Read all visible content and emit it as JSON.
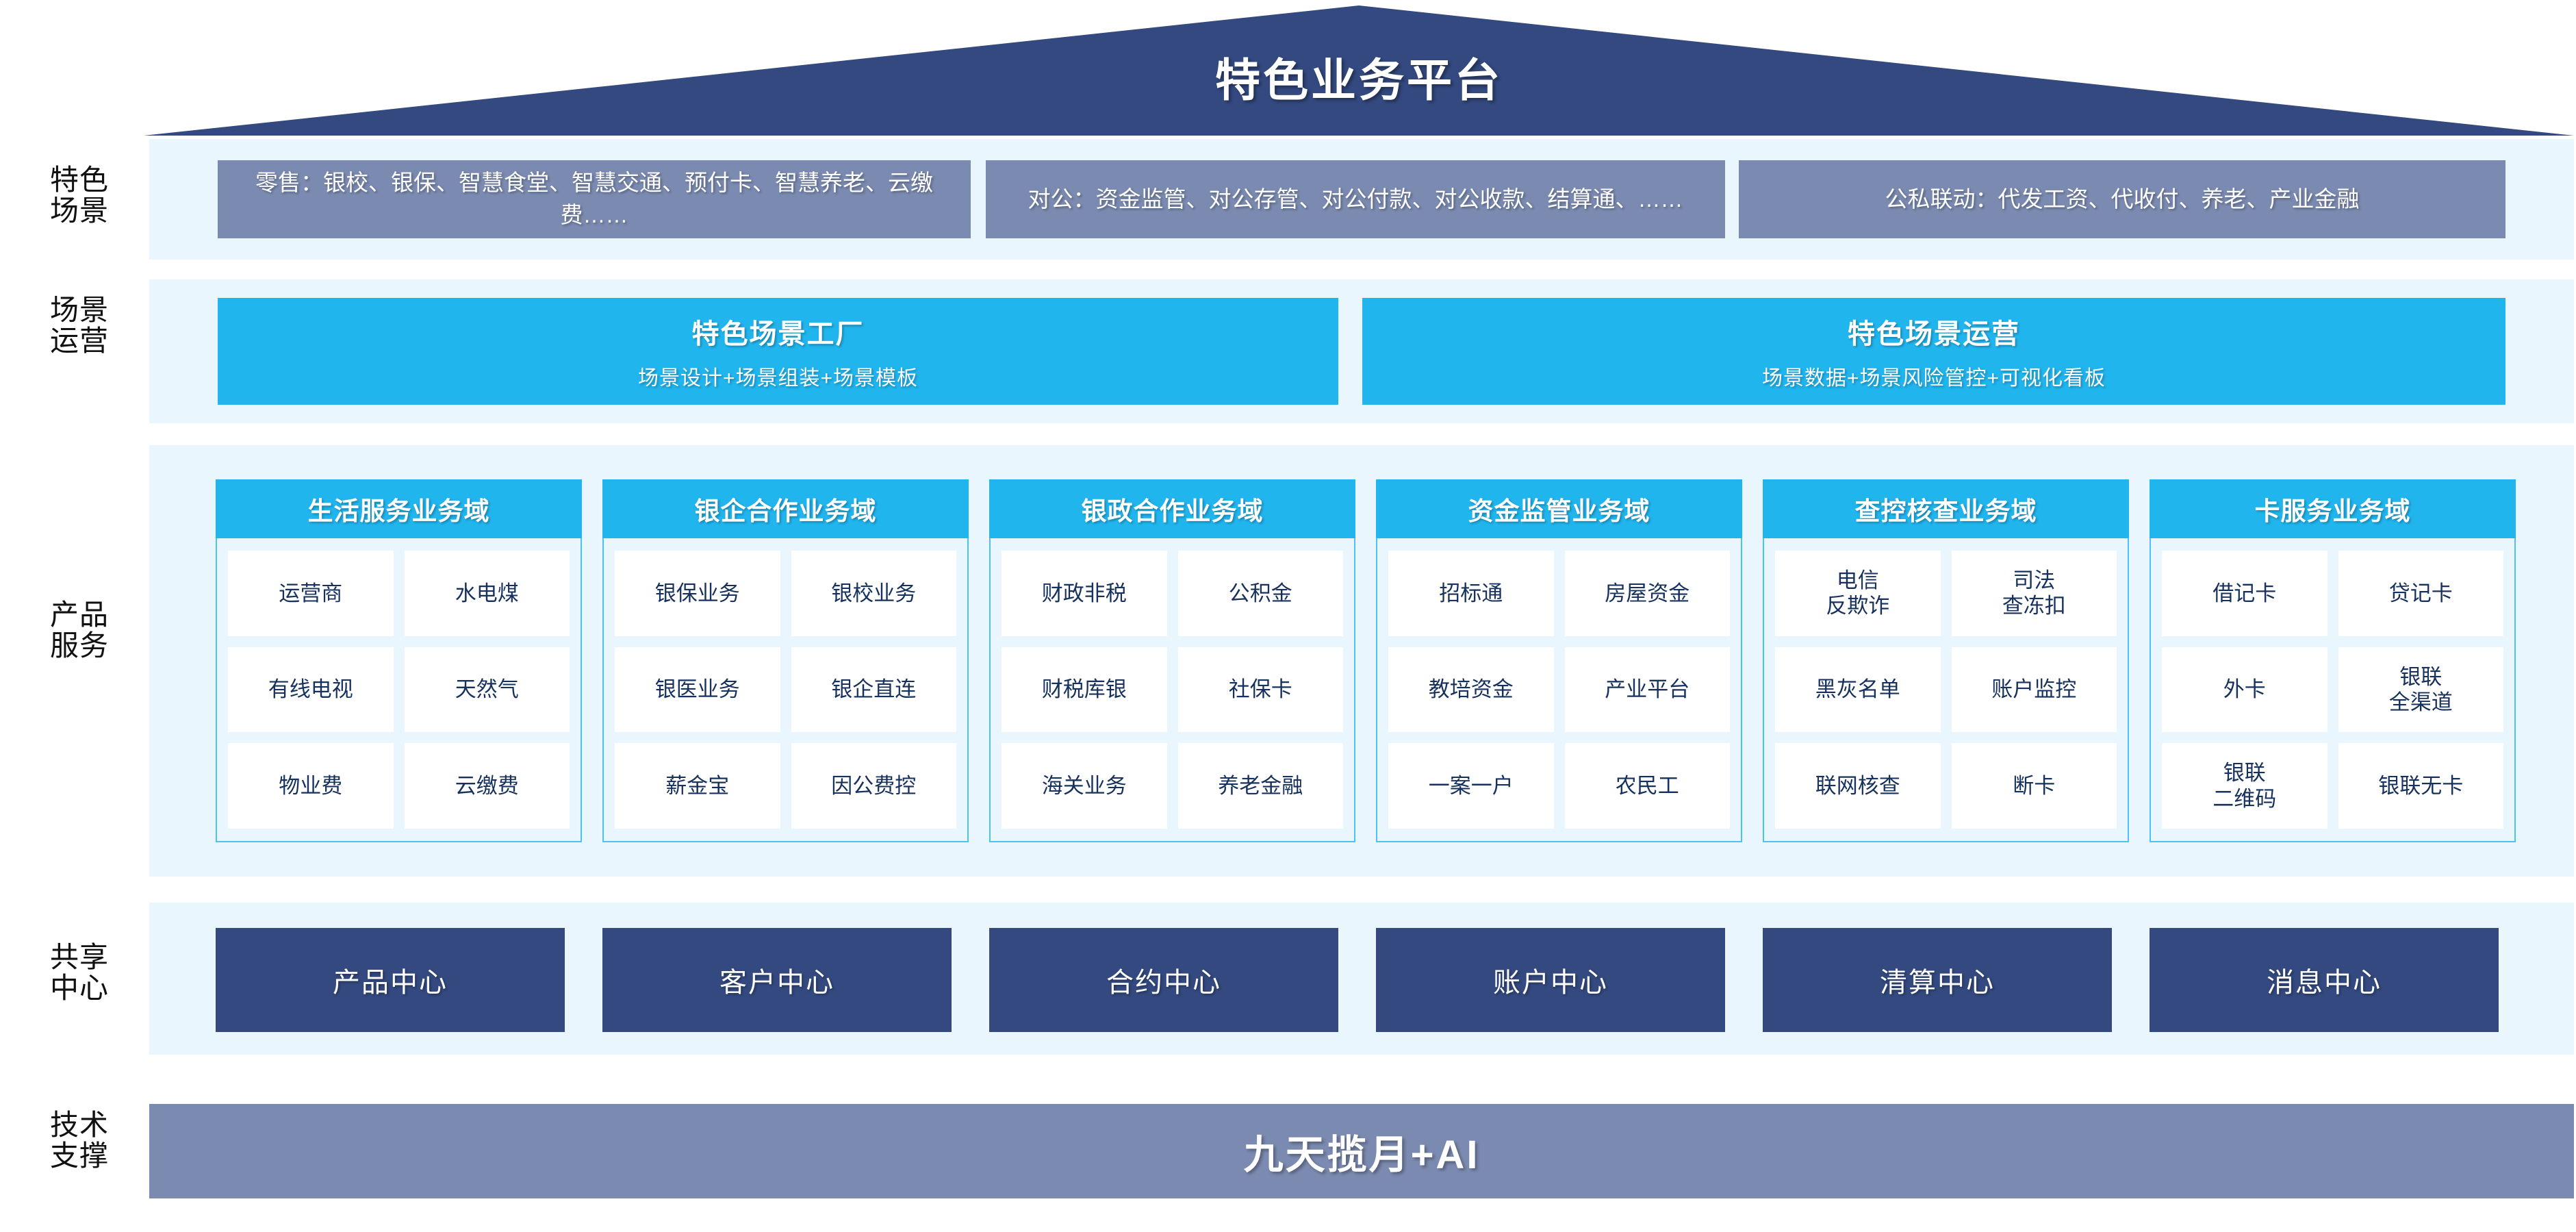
{
  "header": {
    "title": "特色业务平台",
    "roof_color": "#33497f"
  },
  "row_labels": [
    {
      "line1": "特色",
      "line2": "场景"
    },
    {
      "line1": "场景",
      "line2": "运营"
    },
    {
      "line1": "产品",
      "line2": "服务"
    },
    {
      "line1": "共享",
      "line2": "中心"
    },
    {
      "line1": "技术",
      "line2": "支撑"
    }
  ],
  "scenarios": [
    {
      "text": "零售：银校、银保、智慧食堂、智慧交通、预付卡、智慧养老、云缴费……"
    },
    {
      "text": "对公：资金监管、对公存管、对公付款、对公收款、结算通、……"
    },
    {
      "text": "公私联动：代发工资、代收付、养老、产业金融"
    }
  ],
  "operations": [
    {
      "title": "特色场景工厂",
      "subtitle": "场景设计+场景组装+场景模板"
    },
    {
      "title": "特色场景运营",
      "subtitle": "场景数据+场景风险管控+可视化看板"
    }
  ],
  "domains": [
    {
      "title": "生活服务业务域",
      "items": [
        {
          "l1": "运营商",
          "l2": ""
        },
        {
          "l1": "水电煤",
          "l2": ""
        },
        {
          "l1": "有线电视",
          "l2": ""
        },
        {
          "l1": "天然气",
          "l2": ""
        },
        {
          "l1": "物业费",
          "l2": ""
        },
        {
          "l1": "云缴费",
          "l2": ""
        }
      ]
    },
    {
      "title": "银企合作业务域",
      "items": [
        {
          "l1": "银保业务",
          "l2": ""
        },
        {
          "l1": "银校业务",
          "l2": ""
        },
        {
          "l1": "银医业务",
          "l2": ""
        },
        {
          "l1": "银企直连",
          "l2": ""
        },
        {
          "l1": "薪金宝",
          "l2": ""
        },
        {
          "l1": "因公费控",
          "l2": ""
        }
      ]
    },
    {
      "title": "银政合作业务域",
      "items": [
        {
          "l1": "财政非税",
          "l2": ""
        },
        {
          "l1": "公积金",
          "l2": ""
        },
        {
          "l1": "财税库银",
          "l2": ""
        },
        {
          "l1": "社保卡",
          "l2": ""
        },
        {
          "l1": "海关业务",
          "l2": ""
        },
        {
          "l1": "养老金融",
          "l2": ""
        }
      ]
    },
    {
      "title": "资金监管业务域",
      "items": [
        {
          "l1": "招标通",
          "l2": ""
        },
        {
          "l1": "房屋资金",
          "l2": ""
        },
        {
          "l1": "教培资金",
          "l2": ""
        },
        {
          "l1": "产业平台",
          "l2": ""
        },
        {
          "l1": "一案一户",
          "l2": ""
        },
        {
          "l1": "农民工",
          "l2": ""
        }
      ]
    },
    {
      "title": "查控核查业务域",
      "items": [
        {
          "l1": "电信",
          "l2": "反欺诈"
        },
        {
          "l1": "司法",
          "l2": "查冻扣"
        },
        {
          "l1": "黑灰名单",
          "l2": ""
        },
        {
          "l1": "账户监控",
          "l2": ""
        },
        {
          "l1": "联网核查",
          "l2": ""
        },
        {
          "l1": "断卡",
          "l2": ""
        }
      ]
    },
    {
      "title": "卡服务业务域",
      "items": [
        {
          "l1": "借记卡",
          "l2": ""
        },
        {
          "l1": "贷记卡",
          "l2": ""
        },
        {
          "l1": "外卡",
          "l2": ""
        },
        {
          "l1": "银联",
          "l2": "全渠道"
        },
        {
          "l1": "银联",
          "l2": "二维码"
        },
        {
          "l1": "银联无卡",
          "l2": ""
        }
      ]
    }
  ],
  "shared_centers": [
    {
      "label": "产品中心"
    },
    {
      "label": "客户中心"
    },
    {
      "label": "合约中心"
    },
    {
      "label": "账户中心"
    },
    {
      "label": "清算中心"
    },
    {
      "label": "消息中心"
    }
  ],
  "tech_support": {
    "label": "九天揽月+AI"
  },
  "colors": {
    "navy": "#33497f",
    "slate": "#7b8ab0",
    "cyan": "#21b5ee",
    "band": "#e9f6fd",
    "cell_text": "#17315e"
  }
}
